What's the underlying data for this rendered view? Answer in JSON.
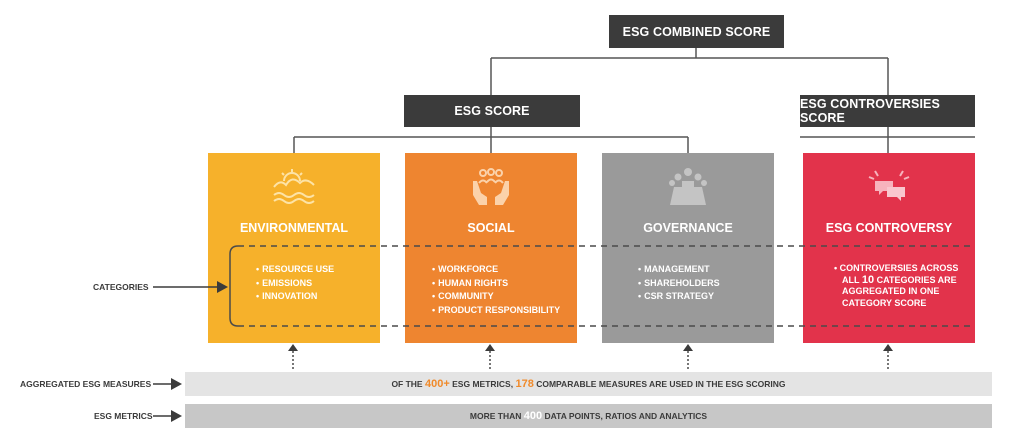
{
  "header": {
    "combined": "ESG COMBINED SCORE",
    "esg_score": "ESG SCORE",
    "controversies_score": "ESG CONTROVERSIES SCORE"
  },
  "cards": [
    {
      "title": "ENVIRONMENTAL",
      "color": "#f6b12b",
      "icon": "landscape-sun-waves-icon",
      "items": [
        "RESOURCE USE",
        "EMISSIONS",
        "INNOVATION"
      ]
    },
    {
      "title": "SOCIAL",
      "color": "#ee8530",
      "icon": "hands-people-icon",
      "items": [
        "WORKFORCE",
        "HUMAN RIGHTS",
        "COMMUNITY",
        "PRODUCT RESPONSIBILITY"
      ]
    },
    {
      "title": "GOVERNANCE",
      "color": "#9a9a9a",
      "icon": "boardroom-people-icon",
      "items": [
        "MANAGEMENT",
        "SHAREHOLDERS",
        "CSR STRATEGY"
      ]
    },
    {
      "title": "ESG CONTROVERSY",
      "color": "#e2334b",
      "icon": "speech-bubbles-icon",
      "items": [
        "CONTROVERSIES ACROSS",
        "ALL",
        "10",
        "CATEGORIES ARE",
        "AGGREGATED IN ONE",
        "CATEGORY SCORE"
      ]
    }
  ],
  "labels": {
    "categories": "CATEGORIES",
    "aggregated": "AGGREGATED ESG MEASURES",
    "metrics": "ESG METRICS"
  },
  "bars": {
    "aggregated": {
      "a": "OF THE",
      "b": "400+",
      "c": "ESG METRICS,",
      "d": "178",
      "e": "COMPARABLE MEASURES ARE USED IN THE ESG SCORING"
    },
    "metrics": {
      "a": "MORE THAN",
      "b": "400",
      "c": "DATA POINTS, RATIOS AND ANALYTICS"
    }
  },
  "colors": {
    "header": "#3b3b3b",
    "bar1": "#e4e4e4",
    "bar2": "#c7c7c7",
    "line": "#555555"
  }
}
